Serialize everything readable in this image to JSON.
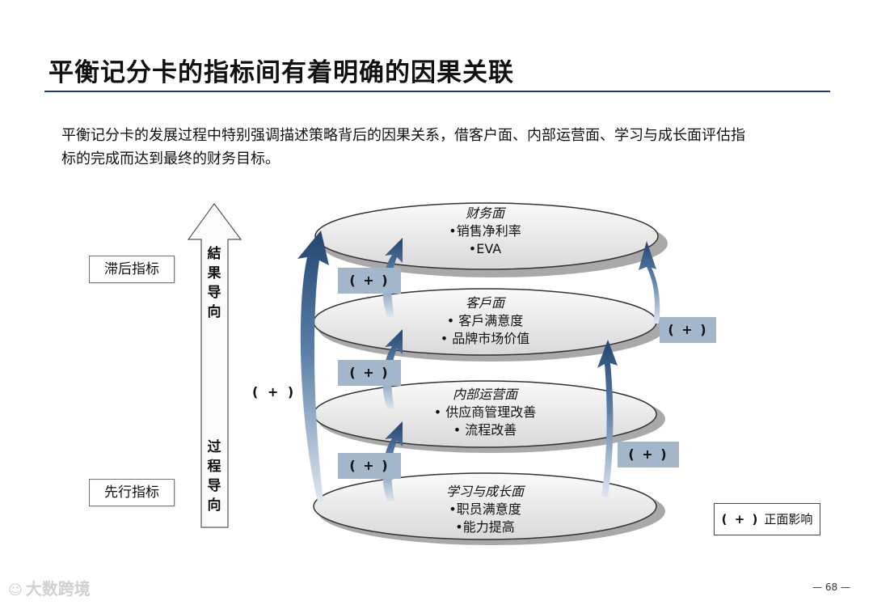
{
  "title": "平衡记分卡的指标间有着明确的因果关联",
  "intro": {
    "line1": "平衡记分卡的发展过程中特别强调描述策略背后的因果关系，借客户面、内部运营面、学习与成长面评估指",
    "line2": "标的完成而达到最终的财务目标。"
  },
  "side_labels": {
    "lagging": "滞后指标",
    "leading": "先行指标"
  },
  "vertical_arrow": {
    "top_text": [
      "結",
      "果",
      "导",
      "向"
    ],
    "bottom_text": [
      "过",
      "程",
      "导",
      "向"
    ]
  },
  "layers": [
    {
      "title": "财务面",
      "items": [
        "•销售净利率",
        "•EVA"
      ]
    },
    {
      "title": "客戶面",
      "items": [
        "• 客戶满意度",
        "• 品牌市场价值"
      ]
    },
    {
      "title": "内部运营面",
      "items": [
        "• 供应商管理改善",
        "• 流程改善"
      ]
    },
    {
      "title": "学习与成长面",
      "items": [
        "•职员满意度",
        "•能力提高"
      ]
    }
  ],
  "plus_label": "( + )",
  "legend": {
    "symbol": "( + )",
    "text": "正面影响"
  },
  "colors": {
    "arrow": "#2e5480",
    "tag": "#a4b6ca",
    "rule": "#1f3864"
  },
  "brand": {
    "logo": "☺",
    "text": "大数跨境"
  },
  "page_number": "— 68 —"
}
